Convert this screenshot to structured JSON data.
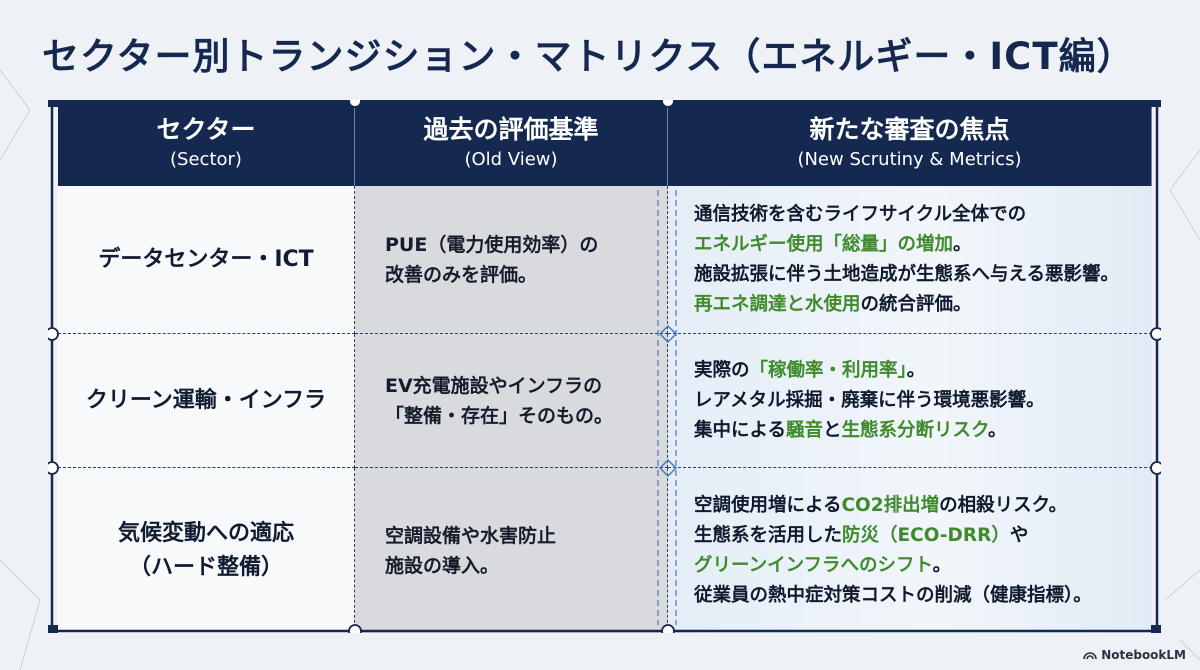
{
  "title": "セクター別トランジション・マトリクス（エネルギー・ICT編）",
  "headers": [
    {
      "main": "セクター",
      "sub": "(Sector)"
    },
    {
      "main": "過去の評価基準",
      "sub": "(Old View)"
    },
    {
      "main": "新たな審査の焦点",
      "sub": "(New Scrutiny & Metrics)"
    }
  ],
  "rows": [
    {
      "sector": [
        "データセンター・ICT"
      ],
      "old": [
        "PUE（電力使用効率）の",
        "改善のみを評価。"
      ],
      "new": [
        [
          {
            "t": "通信技術を含むライフサイクル全体での",
            "g": false
          }
        ],
        [
          {
            "t": "エネルギー使用「総量」の増加",
            "g": true
          },
          {
            "t": "。",
            "g": false
          }
        ],
        [
          {
            "t": "施設拡張に伴う土地造成が生態系へ与える悪影響。",
            "g": false
          }
        ],
        [
          {
            "t": "再エネ調達と水使用",
            "g": true
          },
          {
            "t": "の統合評価。",
            "g": false
          }
        ]
      ]
    },
    {
      "sector": [
        "クリーン運輸・インフラ"
      ],
      "old": [
        "EV充電施設やインフラの",
        "「整備・存在」そのもの。"
      ],
      "new": [
        [
          {
            "t": "実際の",
            "g": false
          },
          {
            "t": "「稼働率・利用率」",
            "g": true
          },
          {
            "t": "。",
            "g": false
          }
        ],
        [
          {
            "t": "レアメタル採掘・廃棄に伴う環境悪影響。",
            "g": false
          }
        ],
        [
          {
            "t": "集中による",
            "g": false
          },
          {
            "t": "騒音",
            "g": true
          },
          {
            "t": "と",
            "g": false
          },
          {
            "t": "生態系分断リスク",
            "g": true
          },
          {
            "t": "。",
            "g": false
          }
        ]
      ]
    },
    {
      "sector": [
        "気候変動への適応",
        "（ハード整備）"
      ],
      "old": [
        "空調設備や水害防止",
        "施設の導入。"
      ],
      "new": [
        [
          {
            "t": "空調使用増による",
            "g": false
          },
          {
            "t": "CO2排出増",
            "g": true
          },
          {
            "t": "の相殺リスク。",
            "g": false
          }
        ],
        [
          {
            "t": "生態系を活用した",
            "g": false
          },
          {
            "t": "防災（ECO-DRR）",
            "g": true
          },
          {
            "t": "や",
            "g": false
          }
        ],
        [
          {
            "t": "グリーンインフラへのシフト",
            "g": true
          },
          {
            "t": "。",
            "g": false
          }
        ],
        [
          {
            "t": "従業員の熱中症対策コストの削減（健康指標）。",
            "g": false
          }
        ]
      ]
    }
  ],
  "logo": "NotebookLM",
  "colors": {
    "header_bg": "#142850",
    "accent_green": "#3f8a2c",
    "old_col_bg": "#d9dadd"
  }
}
